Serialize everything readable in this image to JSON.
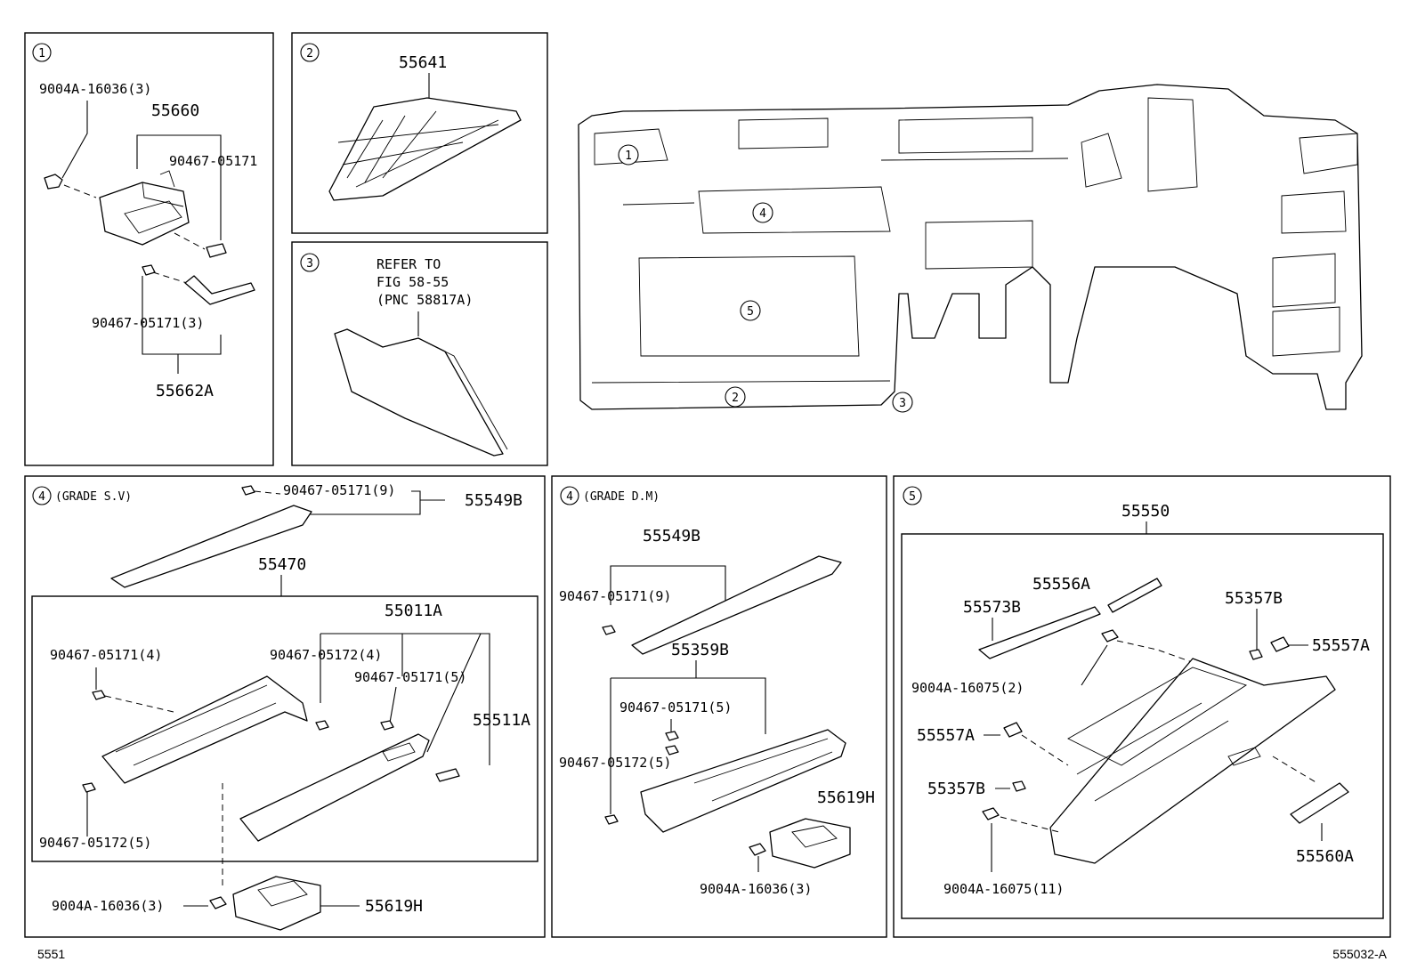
{
  "diagram": {
    "panel1": {
      "marker": "1",
      "labels": {
        "screw_top": "9004A-16036(3)",
        "box": "55660",
        "clip_right": "90467-05171",
        "clip_bottom": "90467-05171(3)",
        "bracket": "55662A"
      }
    },
    "panel2": {
      "marker": "2",
      "labels": {
        "part": "55641"
      }
    },
    "panel3": {
      "marker": "3",
      "refer_lines": [
        "REFER TO",
        "FIG 58-55",
        "(PNC 58817A)"
      ]
    },
    "overview": {
      "markers": [
        "1",
        "2",
        "3",
        "4",
        "5"
      ]
    },
    "panel4a": {
      "marker": "4",
      "grade": "(GRADE S.V)",
      "labels": {
        "clip_top": "90467-05171(9)",
        "garnish": "55549B",
        "assy": "55470",
        "glovebox_door": "55011A",
        "clip_left_a": "90467-05171(4)",
        "clip_mid_a": "90467-05172(4)",
        "clip_mid_b": "90467-05171(5)",
        "pad": "55511A",
        "clip_left_b": "90467-05172(5)",
        "screw": "9004A-16036(3)",
        "box": "55619H"
      }
    },
    "panel4b": {
      "marker": "4",
      "grade": "(GRADE D.M)",
      "labels": {
        "garnish": "55549B",
        "clip_top": "90467-05171(9)",
        "assy": "55359B",
        "clip_a": "90467-05171(5)",
        "clip_b": "90467-05172(5)",
        "box": "55619H",
        "screw": "9004A-16036(3)"
      }
    },
    "panel5": {
      "marker": "5",
      "labels": {
        "assy": "55550",
        "strip": "55556A",
        "rail": "55573B",
        "stopper_top": "55357B",
        "cushion_top": "55557A",
        "screw_a": "9004A-16075(2)",
        "cushion_left": "55557A",
        "stopper_left": "55357B",
        "screw_b": "9004A-16075(11)",
        "lock": "55560A"
      }
    }
  },
  "footer": {
    "left": "5551",
    "right": "555032-A"
  }
}
